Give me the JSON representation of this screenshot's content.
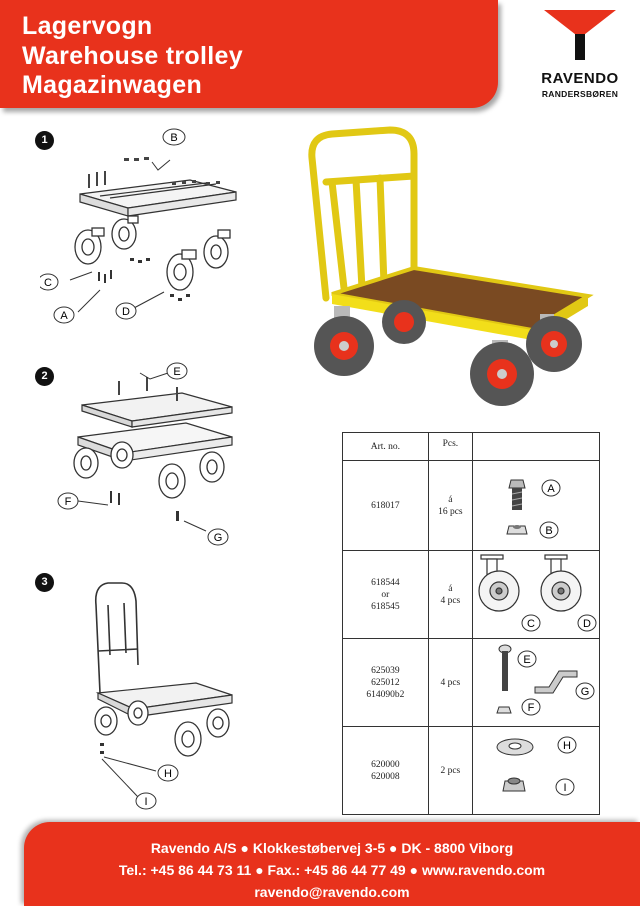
{
  "header": {
    "title_da": "Lagervogn",
    "title_en": "Warehouse trolley",
    "title_de": "Magazinwagen"
  },
  "brand": {
    "name": "RAVENDO",
    "sub": "RANDERSBØREN",
    "accent_color": "#e8321c"
  },
  "steps": [
    {
      "number": "1",
      "callouts": [
        "B",
        "C",
        "A",
        "D"
      ]
    },
    {
      "number": "2",
      "callouts": [
        "E",
        "F",
        "G"
      ]
    },
    {
      "number": "3",
      "callouts": [
        "H",
        "I"
      ]
    }
  ],
  "parts_table": {
    "headers": {
      "art": "Art. no.",
      "pcs": "Pcs.",
      "img": ""
    },
    "rows": [
      {
        "art": [
          "618017"
        ],
        "pcs": [
          "á",
          "16 pcs"
        ],
        "labels": [
          "A",
          "B"
        ],
        "icons": [
          "bolt-icon",
          "nut-icon"
        ]
      },
      {
        "art": [
          "618544",
          "or",
          "618545"
        ],
        "pcs": [
          "á",
          "4 pcs"
        ],
        "labels": [
          "C",
          "D"
        ],
        "icons": [
          "swivel-castor-icon",
          "fixed-castor-icon"
        ]
      },
      {
        "art": [
          "625039",
          "625012",
          "614090b2"
        ],
        "pcs": [
          "4 pcs"
        ],
        "labels": [
          "E",
          "F",
          "G"
        ],
        "icons": [
          "long-bolt-icon",
          "small-nut-icon",
          "bracket-icon"
        ]
      },
      {
        "art": [
          "620000",
          "620008"
        ],
        "pcs": [
          "2 pcs"
        ],
        "labels": [
          "H",
          "I"
        ],
        "icons": [
          "washer-icon",
          "lock-nut-icon"
        ]
      }
    ]
  },
  "product_photo": {
    "icon": "yellow-trolley-icon",
    "frame_color": "#f2de1a",
    "deck_color": "#7a4a22",
    "hub_color": "#e8321c"
  },
  "footer": {
    "address": "Ravendo A/S ● Klokkestøbervej 3-5 ● DK - 8800 Viborg",
    "contact": "Tel.: +45 86 44 73 11 ● Fax.: +45 86 44 77 49 ● www.ravendo.com",
    "email": "ravendo@ravendo.com"
  }
}
